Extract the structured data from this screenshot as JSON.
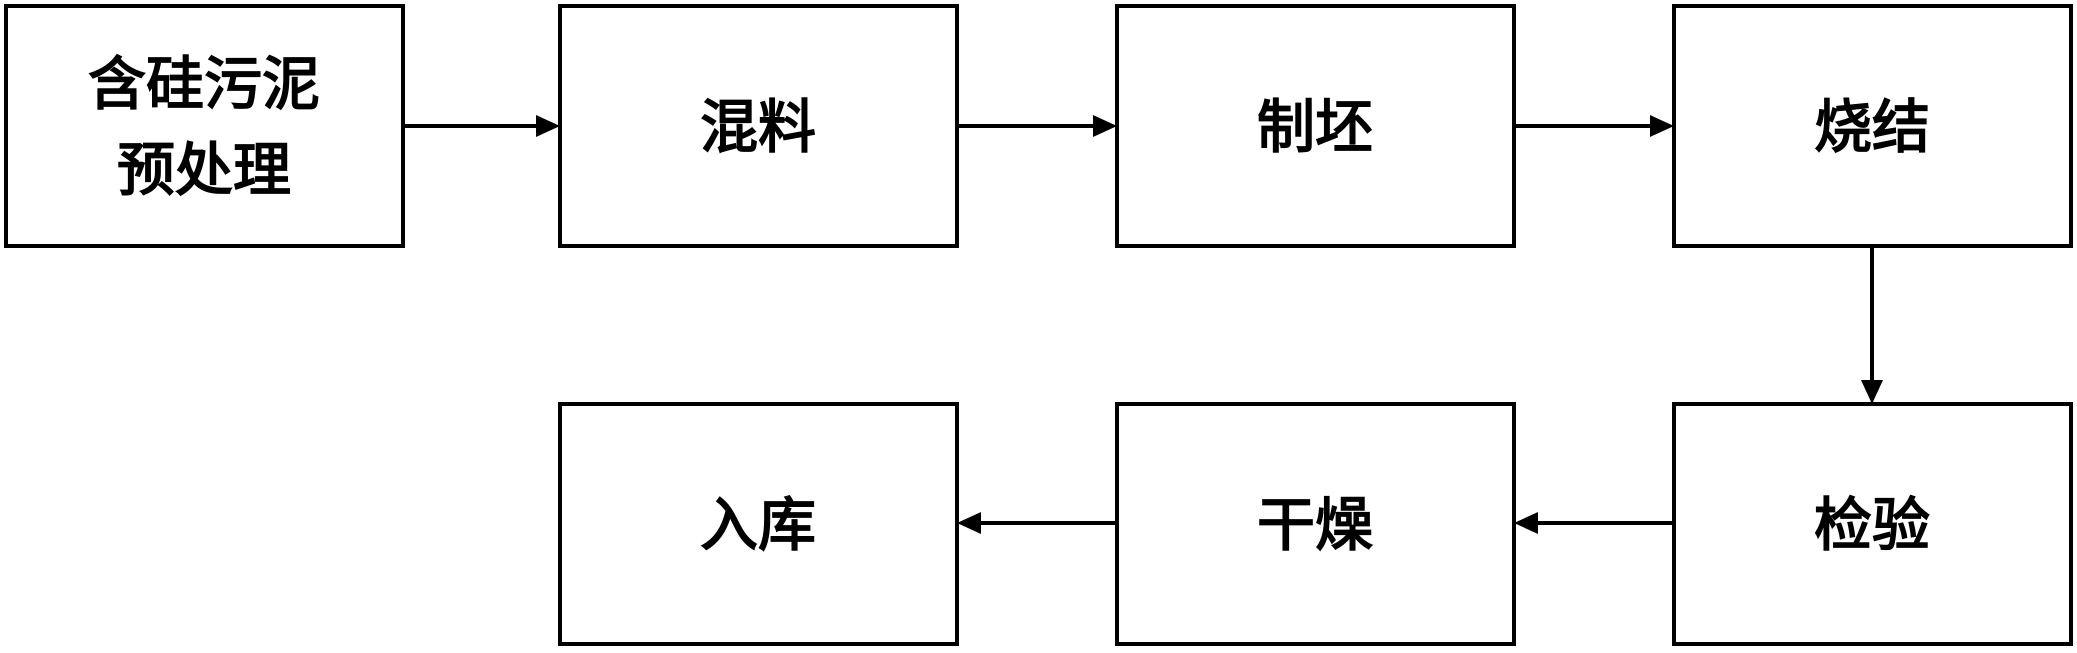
{
  "nodes": {
    "pretreatment": {
      "lines": [
        "含硅污泥",
        "预处理"
      ]
    },
    "mixing": {
      "label": "混料"
    },
    "forming": {
      "label": "制坯"
    },
    "sintering": {
      "label": "烧结"
    },
    "inspection": {
      "label": "检验"
    },
    "drying": {
      "label": "干燥"
    },
    "storage": {
      "label": "入库"
    }
  },
  "edges": [
    {
      "from": "含硅污泥预处理",
      "to": "混料"
    },
    {
      "from": "混料",
      "to": "制坯"
    },
    {
      "from": "制坯",
      "to": "烧结"
    },
    {
      "from": "烧结",
      "to": "检验"
    },
    {
      "from": "检验",
      "to": "干燥"
    },
    {
      "from": "干燥",
      "to": "入库"
    }
  ],
  "colors": {
    "stroke": "#000000",
    "fill": "#ffffff",
    "text": "#000000"
  }
}
